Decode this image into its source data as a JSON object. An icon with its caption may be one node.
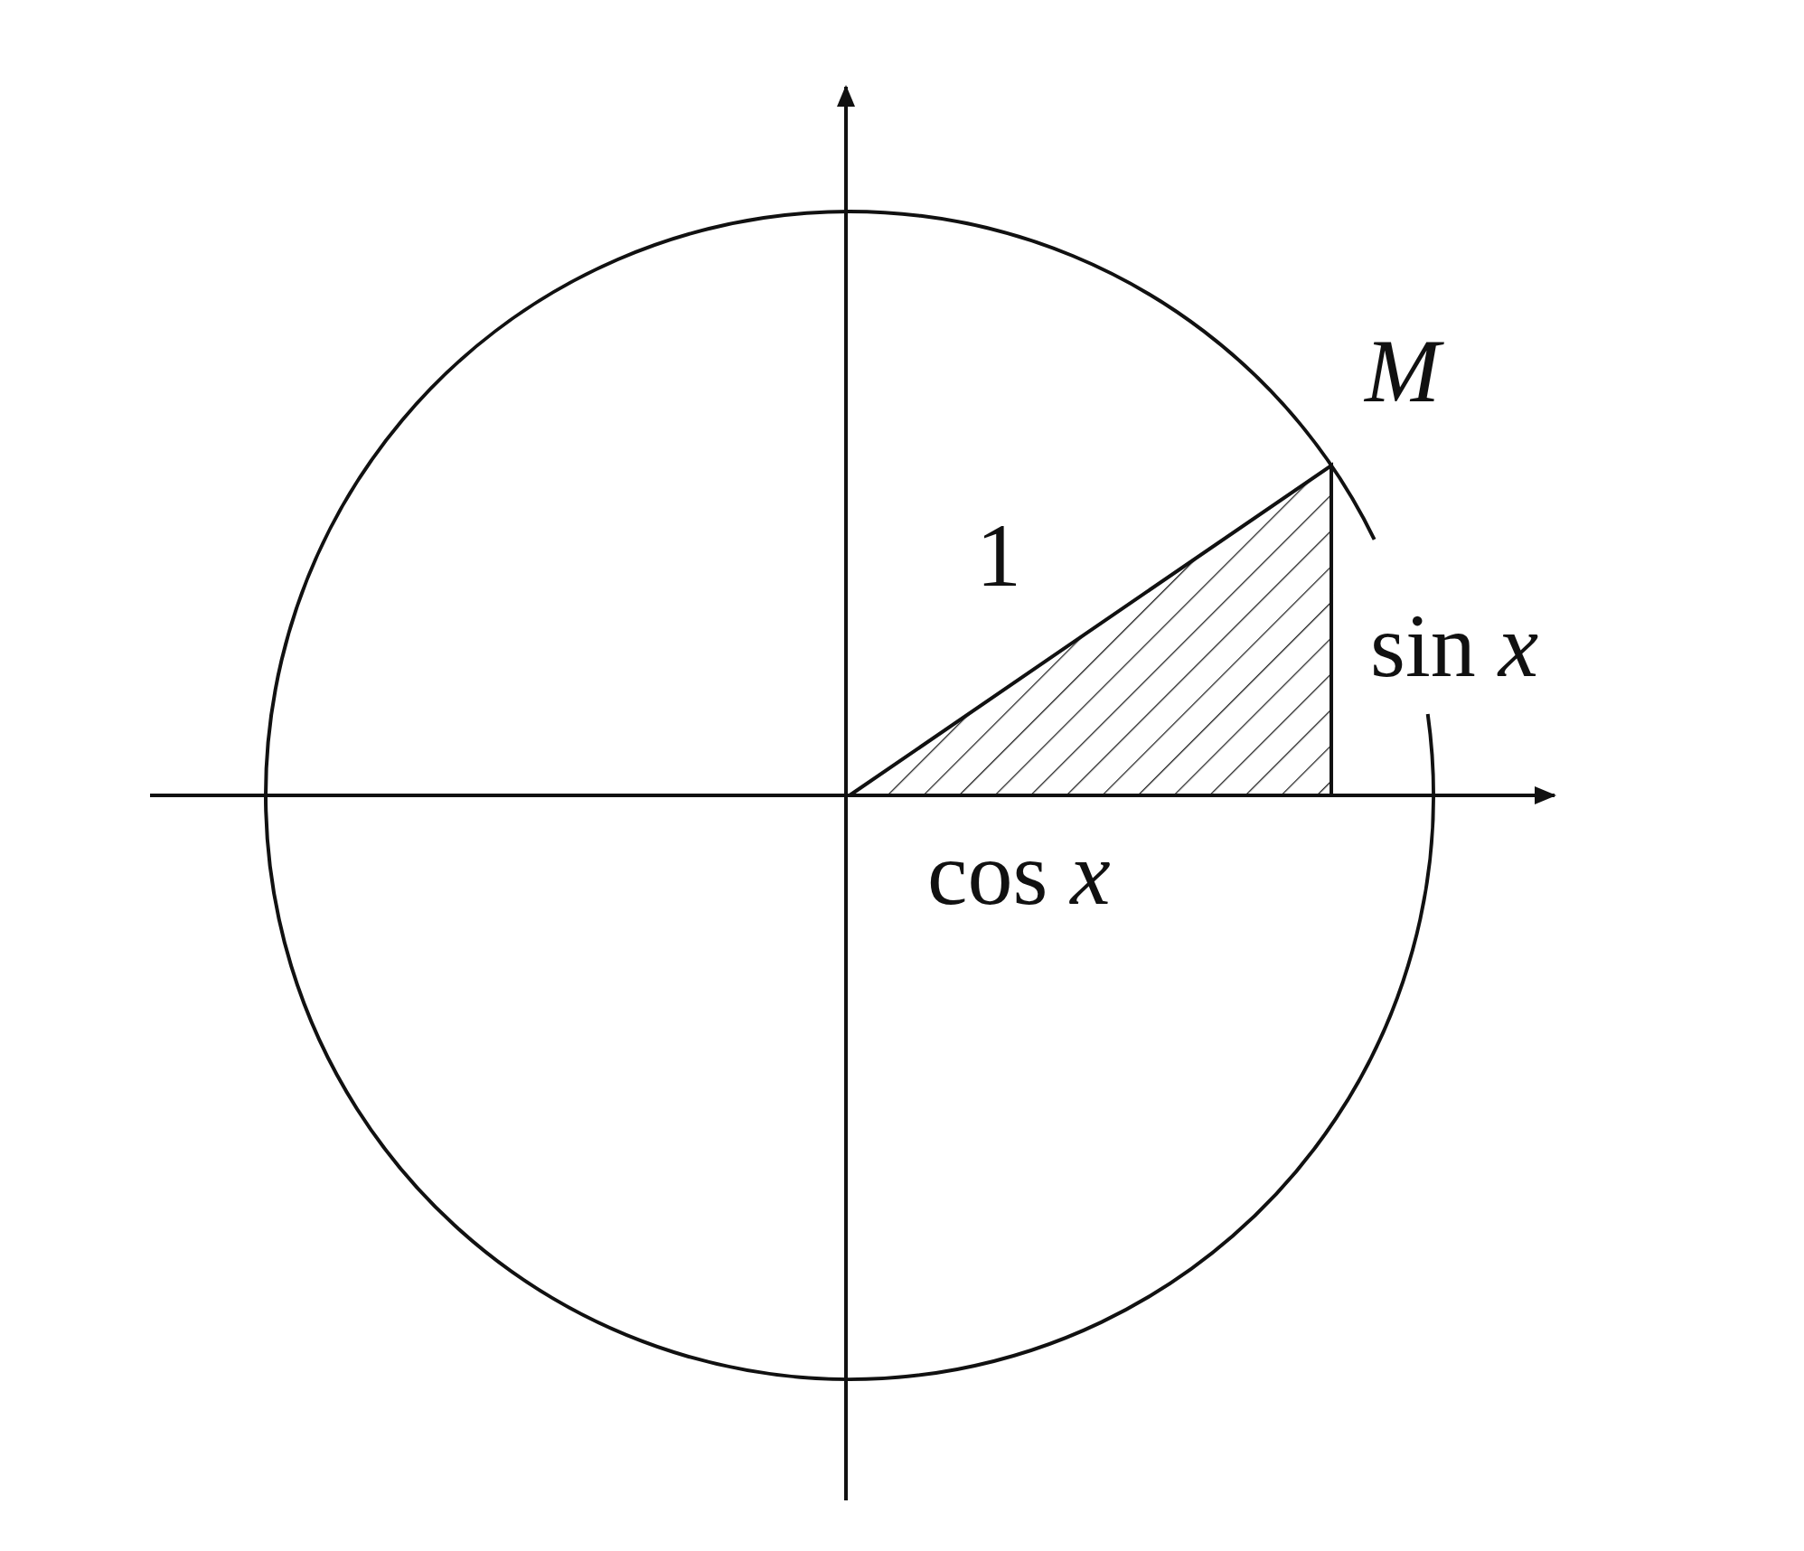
{
  "diagram": {
    "labels": [
      "M",
      "1",
      "sin *x*",
      "cos *x*"
    ]
  }
}
